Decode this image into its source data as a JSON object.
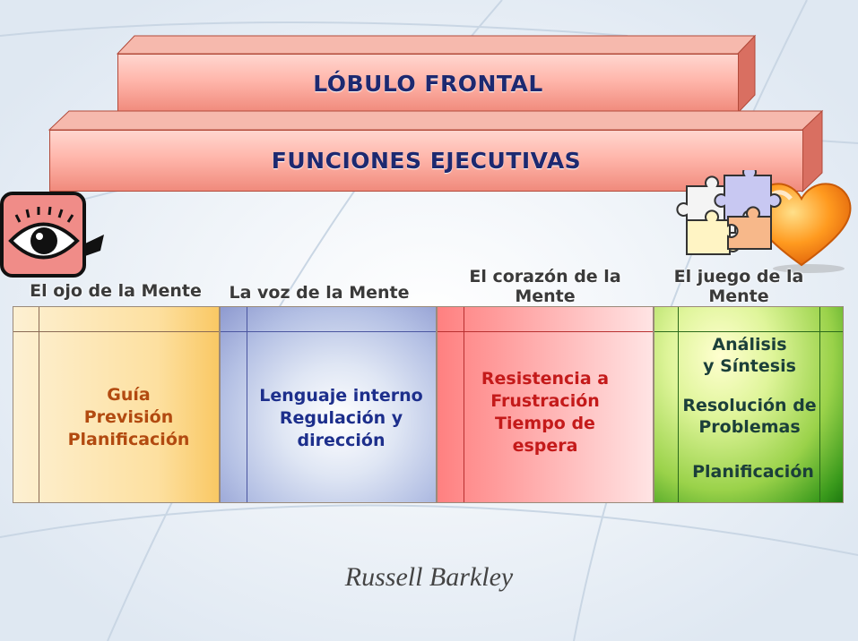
{
  "banners": {
    "top": "LÓBULO FRONTAL",
    "second": "FUNCIONES EJECUTIVAS"
  },
  "icons": {
    "eye": "eye-icon",
    "puzzle": "puzzle-icon",
    "heart": "heart-icon"
  },
  "columns": [
    {
      "heading": "El ojo de la Mente",
      "lines": [
        "Guía",
        "Previsión",
        "Planificación"
      ],
      "text_color": "#b24a10"
    },
    {
      "heading": "La voz de la Mente",
      "lines": [
        "Lenguaje interno",
        "Regulación y",
        "dirección"
      ],
      "text_color": "#1d2f8c"
    },
    {
      "heading": "El corazón de la Mente",
      "lines": [
        "Resistencia a",
        "Frustración",
        "Tiempo de",
        "espera"
      ],
      "text_color": "#c41a1a"
    },
    {
      "heading": "El juego de la Mente",
      "lines": [
        "Análisis",
        "y Síntesis",
        "Resolución de",
        "Problemas",
        "Planificación"
      ],
      "text_color": "#1b3f3a"
    }
  ],
  "author": "Russell Barkley"
}
